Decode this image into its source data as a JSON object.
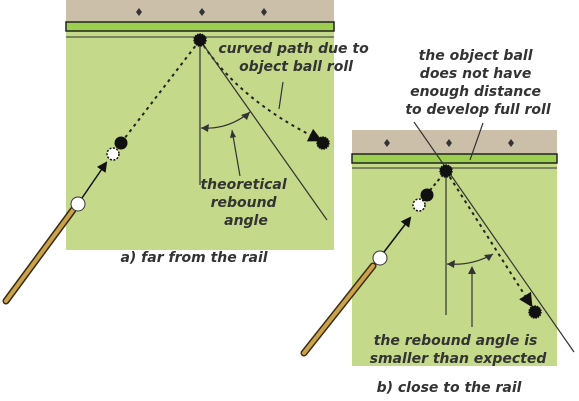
{
  "colors": {
    "felt": "#c5d98a",
    "rail_wood": "#cbbfaa",
    "cushion": "#9ccf4f",
    "ink": "#333333",
    "ball_dark": "#111111",
    "cue_ball": "#ffffff",
    "cue_stick": "#8a6a2a"
  },
  "panel_a": {
    "caption": "a) far from the rail",
    "label_curved": [
      "curved path due to",
      "object ball roll"
    ],
    "label_theoretical": [
      "theoretical",
      "rebound",
      "angle"
    ]
  },
  "panel_b": {
    "caption": "b) close to the rail",
    "label_roll": [
      "the object ball",
      "does not have",
      "enough distance",
      "to develop full roll"
    ],
    "label_angle": [
      "the rebound angle is",
      "smaller than expected"
    ]
  },
  "icons": [
    "diamond-marker-icon",
    "object-ball-icon",
    "cue-ball-icon",
    "ghost-ball-icon",
    "cue-stick-icon",
    "arrowhead-icon"
  ]
}
